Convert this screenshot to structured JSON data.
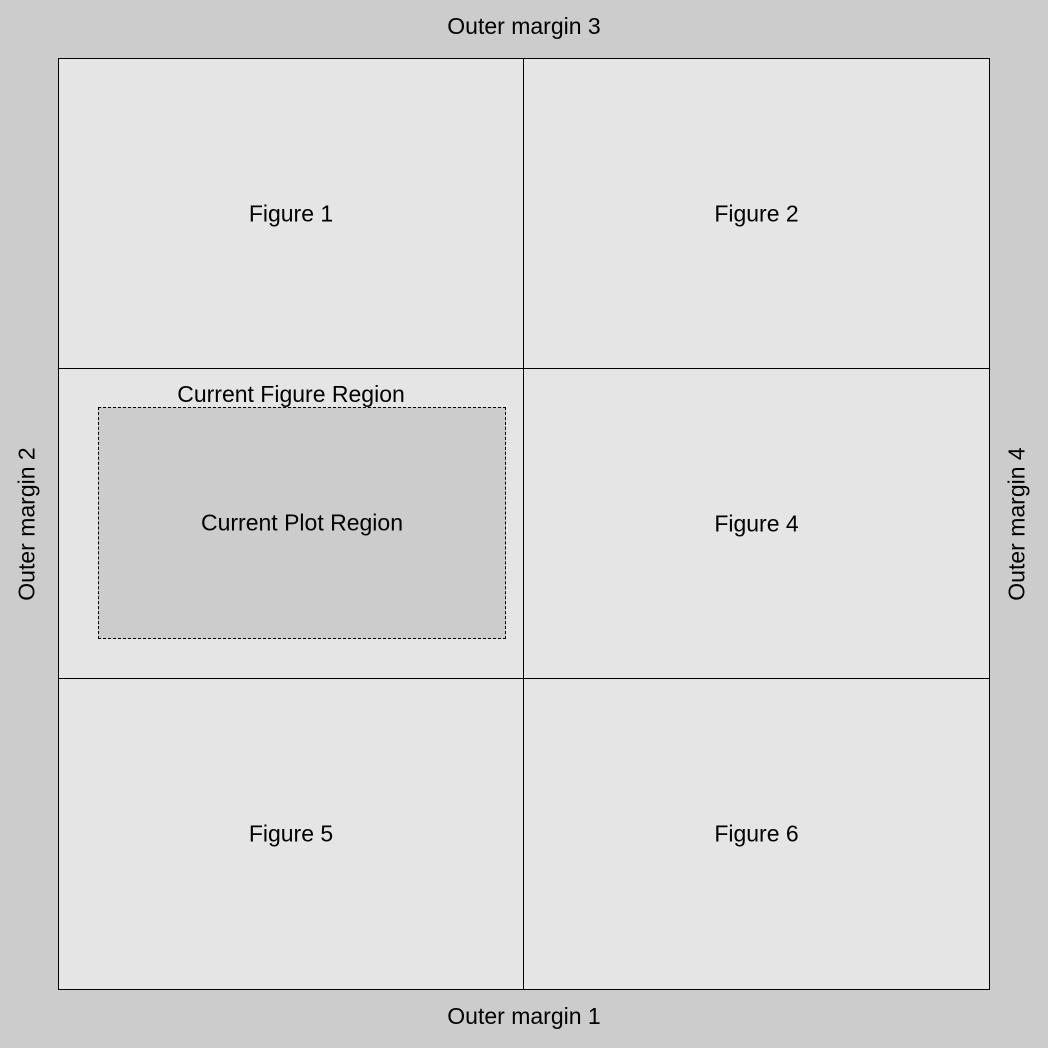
{
  "outer_margins": {
    "top": "Outer margin 3",
    "bottom": "Outer margin 1",
    "left": "Outer margin 2",
    "right": "Outer margin 4"
  },
  "figures": [
    {
      "label": "Figure 1"
    },
    {
      "label": "Figure 2"
    },
    {
      "label": "Current Figure Region"
    },
    {
      "label": "Figure 4"
    },
    {
      "label": "Figure 5"
    },
    {
      "label": "Figure 6"
    }
  ],
  "current_plot_region": "Current Plot Region",
  "colors": {
    "background": "#cccccc",
    "figure_fill": "#e5e5e5",
    "plot_region_fill": "#cccccc",
    "line": "#000000"
  }
}
